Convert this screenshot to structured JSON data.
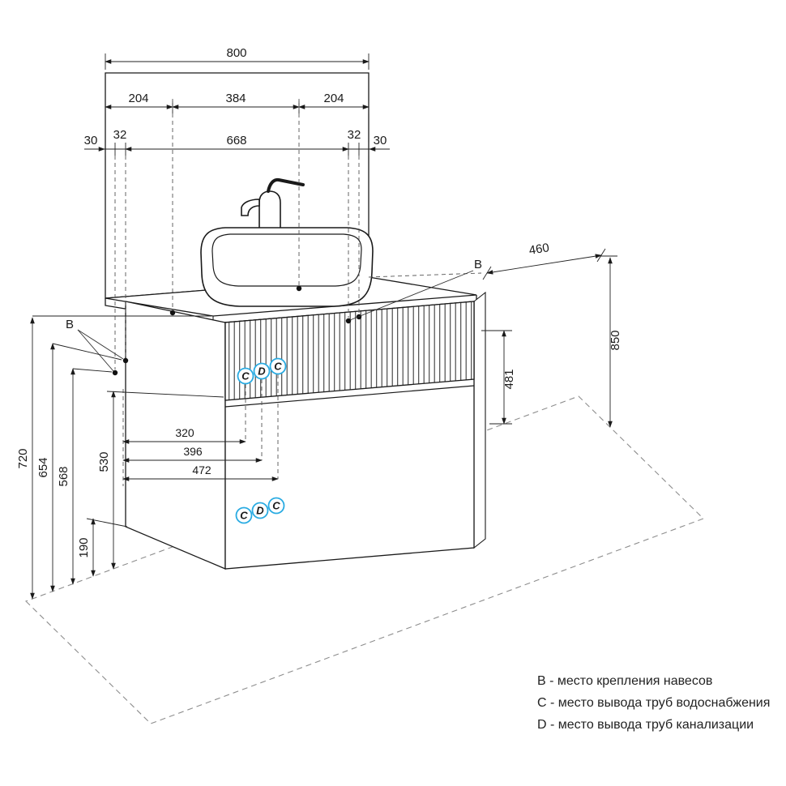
{
  "drawing": {
    "type": "bathroom-vanity-installation-diagram",
    "units": "mm"
  },
  "dims": {
    "width_total": "800",
    "width_left": "204",
    "width_center": "384",
    "width_right": "204",
    "offset_outer_left": "30",
    "offset_inner_left": "32",
    "width_inner": "668",
    "offset_inner_right": "32",
    "offset_outer_right": "30",
    "depth": "460",
    "height_total": "850",
    "height_right": "481",
    "height_720": "720",
    "height_654": "654",
    "height_568": "568",
    "height_530": "530",
    "height_190": "190",
    "width_320": "320",
    "width_396": "396",
    "width_472": "472"
  },
  "markers": {
    "b": "B",
    "c": "C",
    "d": "D"
  },
  "colors": {
    "accent_blue": "#29abe2",
    "line": "#1a1a1a"
  },
  "legend": {
    "items": [
      "B - место крепления навесов",
      "C - место вывода труб водоснабжения",
      "D - место вывода труб канализации"
    ]
  }
}
